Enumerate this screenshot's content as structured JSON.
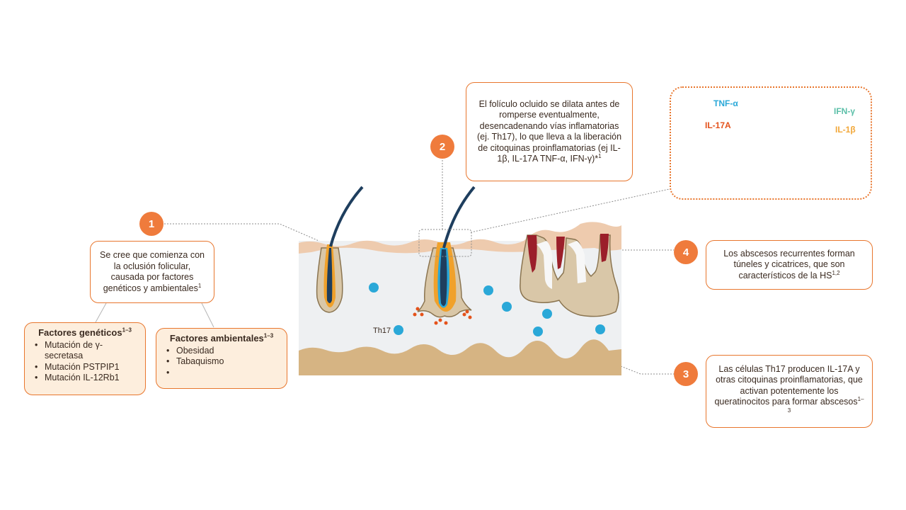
{
  "markers": {
    "one": "1",
    "two": "2",
    "three": "3",
    "four": "4"
  },
  "step1": {
    "text": "Se cree que comienza con la oclusión folicular, causada por factores genéticos y ambientales",
    "ref": "1"
  },
  "genetic": {
    "title": "Factores genéticos",
    "ref": "1–3",
    "items": [
      "Mutación de γ-secretasa",
      "Mutación PSTPIP1",
      "Mutación IL-12Rb1"
    ]
  },
  "environmental": {
    "title": "Factores ambientales",
    "ref": "1–3",
    "items": [
      "Obesidad",
      "Tabaquismo",
      ""
    ]
  },
  "step2": {
    "text": "El folículo ocluido se dilata antes de romperse eventualmente, desencadenando vías inflamatorias (ej. Th17), lo que lleva a la liberación de citoquinas proinflamatorias (ej IL-1β, IL-17A TNF-α, IFN-γ)*",
    "ref": "1"
  },
  "step3": {
    "text": "Las células Th17 producen IL-17A y otras citoquinas proinflamatorias, que activan potentemente los queratinocitos para formar abscesos",
    "ref": "1–3"
  },
  "step4": {
    "text": "Los abscesos recurrentes forman túneles y cicatrices, que son característicos de la HS",
    "ref": "1,2"
  },
  "th17_label": "Th17",
  "cytokines": {
    "tnf": "TNF-α",
    "il17a": "IL-17A",
    "ifn": "IFN-γ",
    "il1b": "IL-1β",
    "colors": {
      "tnf": "#2aa8d8",
      "il17a": "#e4521b",
      "ifn": "#5bbfa8",
      "il1b": "#f2a83a"
    }
  }
}
